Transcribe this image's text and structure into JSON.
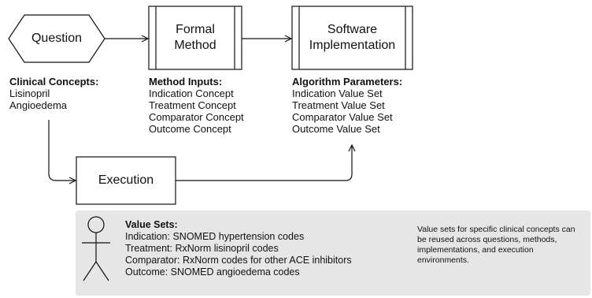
{
  "nodes": {
    "question": "Question",
    "formal_method": [
      "Formal",
      "Method"
    ],
    "software_implementation": [
      "Software",
      "Implementation"
    ],
    "execution": "Execution"
  },
  "clinical_concepts": {
    "heading": "Clinical Concepts:",
    "items": [
      "Lisinopril",
      "Angioedema"
    ]
  },
  "method_inputs": {
    "heading": "Method Inputs:",
    "items": [
      "Indication Concept",
      "Treatment Concept",
      "Comparator Concept",
      "Outcome Concept"
    ]
  },
  "algorithm_parameters": {
    "heading": "Algorithm Parameters:",
    "items": [
      "Indication Value Set",
      "Treatment Value Set",
      "Comparator Value Set",
      "Outcome Value Set"
    ]
  },
  "value_sets": {
    "heading": "Value Sets:",
    "items": [
      "Indication: SNOMED hypertension codes",
      "Treatment: RxNorm lisinopril codes",
      "Comparator: RxNorm codes for other ACE inhibitors",
      "Outcome: SNOMED angioedema codes"
    ]
  },
  "note": "Value sets for specific clinical concepts can be reused across questions, methods, implementations, and execution environments.",
  "colors": {
    "stroke": "#111111",
    "panel": "#e6e6e6"
  }
}
